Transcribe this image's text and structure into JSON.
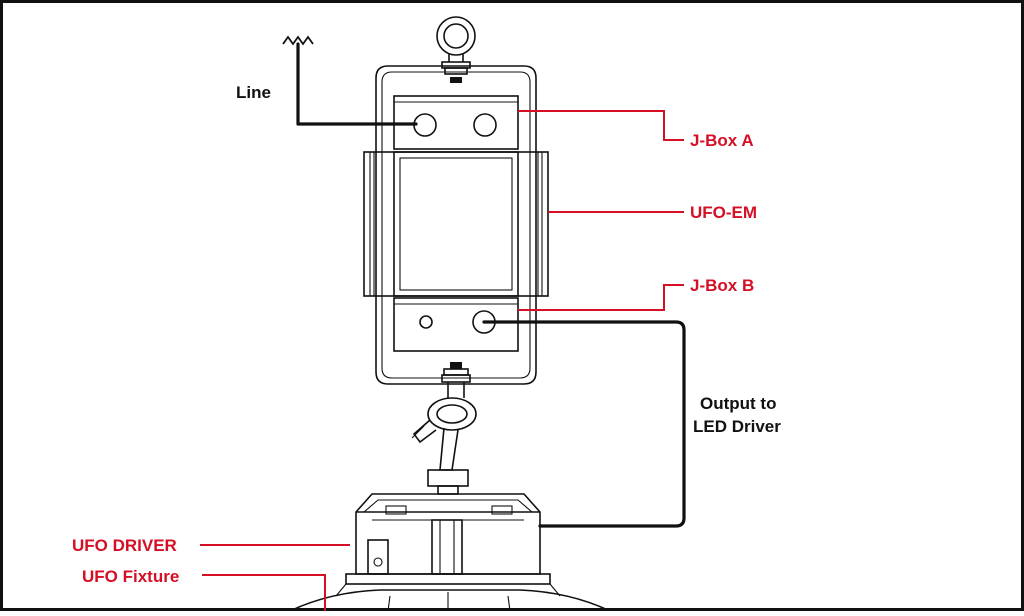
{
  "labels": {
    "line": "Line",
    "jbox_a": "J-Box A",
    "ufo_em": "UFO-EM",
    "jbox_b": "J-Box B",
    "output_line1": "Output to",
    "output_line2": "LED Driver",
    "ufo_driver": "UFO DRIVER",
    "ufo_fixture": "UFO Fixture"
  },
  "colors": {
    "label_red": "#d50f25",
    "line_black": "#111111",
    "border": "#111111",
    "background": "#ffffff"
  }
}
